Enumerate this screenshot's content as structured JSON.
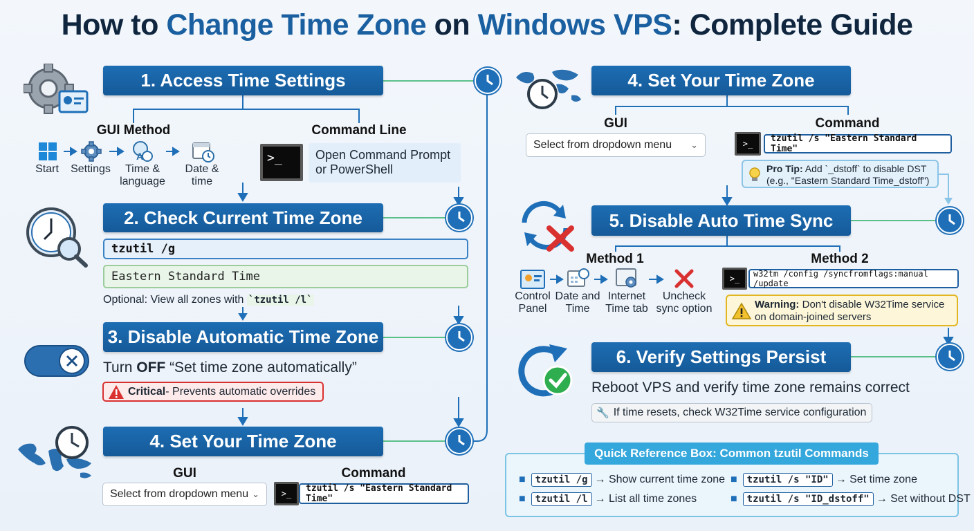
{
  "title": {
    "part1": "How to ",
    "hl1": "Change Time Zone",
    "part2": " on ",
    "hl2": "Windows VPS",
    "part3": ": Complete Guide"
  },
  "step1": {
    "header": "1. Access Time Settings",
    "gui_title": "GUI Method",
    "cmd_title": "Command Line",
    "gui_steps": [
      "Start",
      "Settings",
      "Time & language",
      "Date & time"
    ],
    "cmd_desc": "Open Command Prompt or PowerShell"
  },
  "step2": {
    "header": "2. Check Current Time Zone",
    "command": "tzutil /g",
    "result": "Eastern Standard Time",
    "optional_text": "Optional: View all zones with ",
    "optional_cmd": "`tzutil /l`"
  },
  "step3": {
    "header": "3. Disable Automatic Time Zone",
    "turn": "Turn ",
    "off": "OFF",
    "setting": " “Set time zone automatically”",
    "critical": "Critical",
    "critical_text": " - Prevents automatic overrides"
  },
  "step4_left": {
    "header": "4. Set Your Time Zone",
    "gui_title": "GUI",
    "cmd_title": "Command",
    "dropdown": "Select from dropdown menu",
    "command": "tzutil /s \"Eastern Standard Time\""
  },
  "step4_right": {
    "header": "4. Set Your Time Zone",
    "gui_title": "GUI",
    "cmd_title": "Command",
    "dropdown": "Select from dropdown menu",
    "command": "tzutil /s \"Eastern Standard Time\"",
    "tip_label": "Pro Tip:",
    "tip_text": " Add `_dstoff` to disable DST",
    "tip_example": "(e.g., \"Eastern Standard Time_dstoff\")"
  },
  "step5": {
    "header": "5. Disable Auto Time Sync",
    "method1": "Method 1",
    "method2": "Method 2",
    "m1_steps": [
      "Control Panel",
      "Date and Time",
      "Internet Time tab",
      "Uncheck sync option"
    ],
    "command": "w32tm /config /syncfromflags:manual /update",
    "warning_label": "Warning:",
    "warning_text": " Don't disable W32Time service on domain-joined servers"
  },
  "step6": {
    "header": "6. Verify Settings Persist",
    "desc": "Reboot VPS and verify time zone remains correct",
    "note": "If time resets, check W32Time service configuration"
  },
  "reference": {
    "title": "Quick Reference Box: Common tzutil Commands",
    "items": [
      {
        "cmd": "tzutil /g",
        "desc": "→ Show current time zone"
      },
      {
        "cmd": "tzutil /l",
        "desc": "→ List all time zones"
      },
      {
        "cmd": "tzutil /s \"ID\"",
        "desc": "→ Set time zone"
      },
      {
        "cmd": "tzutil /s \"ID_dstoff\"",
        "desc": "→ Set without DST"
      }
    ]
  },
  "colors": {
    "header_blue": "#1a64a8",
    "title_navy": "#10263f",
    "highlight_blue": "#1a5fa0",
    "connector_green": "#5bbf8a",
    "critical_red": "#d93030",
    "warning_yellow": "#f2c12e"
  },
  "icons": [
    "gear-icon",
    "windows-icon",
    "clock-icon",
    "magnifier-icon",
    "toggle-off-icon",
    "world-map-icon",
    "refresh-icon",
    "red-x-icon",
    "checkmark-icon",
    "terminal-icon",
    "lightbulb-icon",
    "warning-icon",
    "wrench-icon"
  ]
}
